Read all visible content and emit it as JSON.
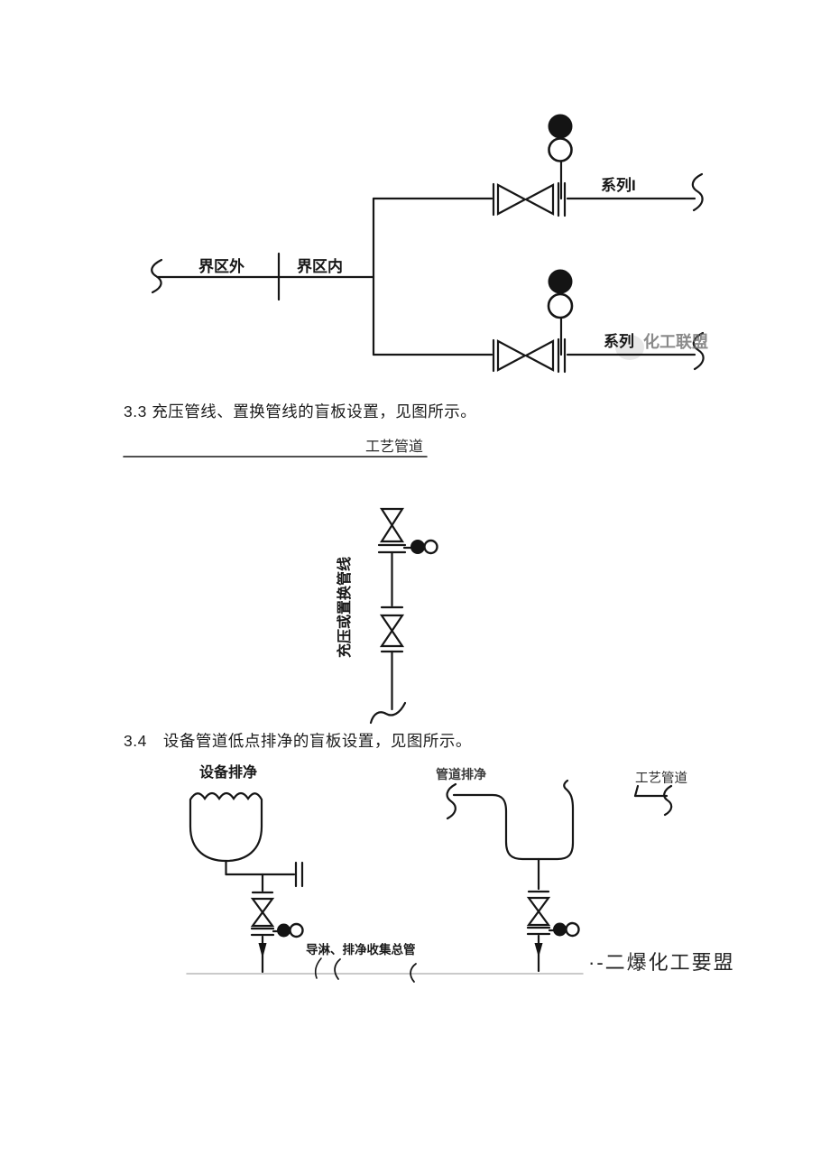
{
  "colors": {
    "ink": "#161616",
    "faint_header_line": "#b9b9b9",
    "watermark_gray": "#6e6e6e"
  },
  "sections": {
    "s33": "3.3 充压管线、置换管线的盲板设置，见图所示。",
    "s34": "3.4　设备管道低点排净的盲板设置，见图所示。"
  },
  "figure_battery_limit": {
    "outside_label": "界区外",
    "inside_label": "界区内",
    "series1_label": "系列I",
    "series2_label": "系列",
    "watermark": "化工联盟"
  },
  "figure_purge_line": {
    "process_pipe_label": "工艺管道",
    "purge_line_label": "充压或置换管线"
  },
  "figure_drain": {
    "equipment_drain_label": "设备排净",
    "pipe_drain_label": "管道排净",
    "process_pipe_label": "工艺管道",
    "collection_header_label": "导淋、排净收集总管",
    "watermark": "·-二爆化工要盟"
  }
}
